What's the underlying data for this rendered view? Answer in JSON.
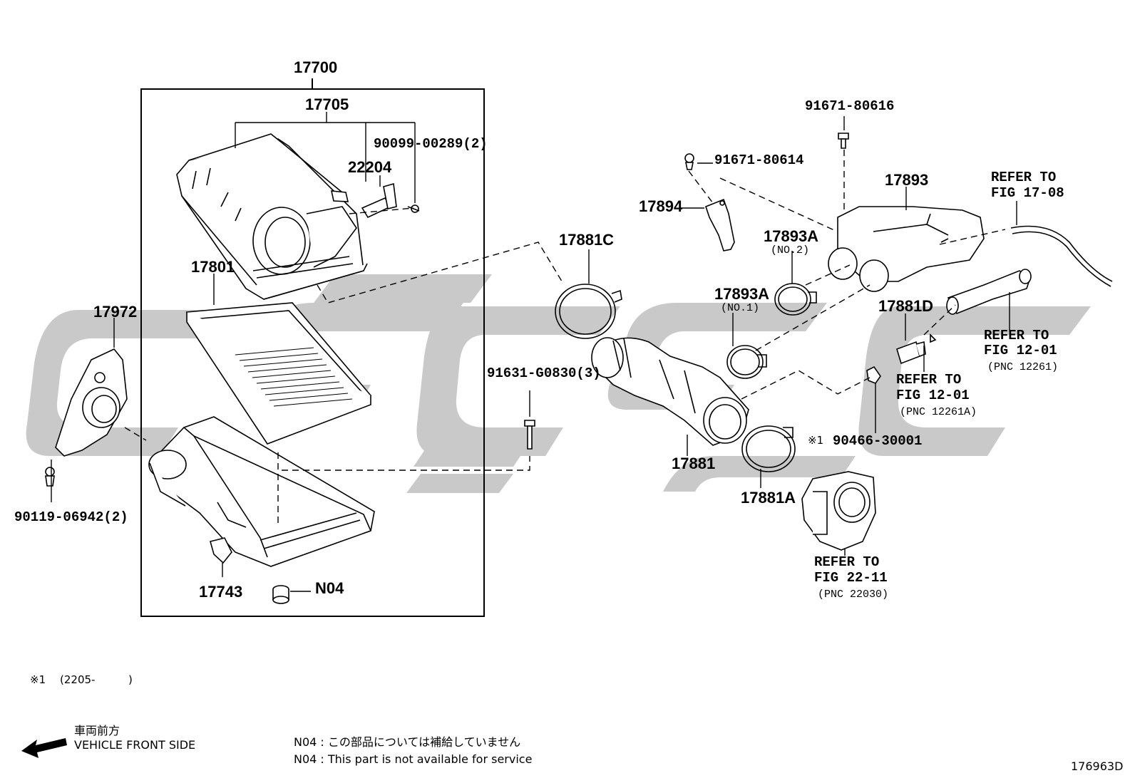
{
  "assembly": {
    "main": "17700",
    "case_cap": "17705",
    "bolt_cap": "90099-00289(2)",
    "sensor": "22204",
    "element": "17801",
    "case_body": "17972",
    "bolt_bracket": "90119-06942(2)",
    "damper": "17743",
    "cushion": "N04"
  },
  "intake": {
    "clamp_c": "17881C",
    "hose": "17881",
    "clamp_a": "17881A",
    "bolt_center": "91631-G0830(3)",
    "bracket": "17894",
    "bolt_bracket": "91671-80614",
    "bolt_top": "91671-80616",
    "resonator": "17893",
    "clamp_no2_part": "17893A",
    "clamp_no2_tag": "(NO.2)",
    "clamp_no1_part": "17893A",
    "clamp_no1_tag": "(NO.1)",
    "connector": "17881D",
    "sensor_clip_mark": "※1",
    "sensor_clip": "90466-30001"
  },
  "refs": {
    "r1708_a": "REFER TO",
    "r1708_b": "FIG 17-08",
    "r12261_a": "REFER TO",
    "r12261_b": "FIG 12-01",
    "r12261_c": "(PNC 12261)",
    "r12261a_a": "REFER TO",
    "r12261a_b": "FIG 12-01",
    "r12261a_c": "(PNC 12261A)",
    "r22030_a": "REFER TO",
    "r22030_b": "FIG 22-11",
    "r22030_c": "(PNC 22030)"
  },
  "notes": {
    "footnote_mark": "※1",
    "footnote_range": "(2205-",
    "footnote_close": ")",
    "front_jp": "車両前方",
    "front_en": "VEHICLE FRONT SIDE",
    "n04_jp": "N04 : この部品については補給していません",
    "n04_en": "N04 : This part is not available for service",
    "figure_id": "176963D"
  },
  "colors": {
    "watermark": "#c9c9c9",
    "ink": "#000000",
    "background": "#ffffff"
  }
}
